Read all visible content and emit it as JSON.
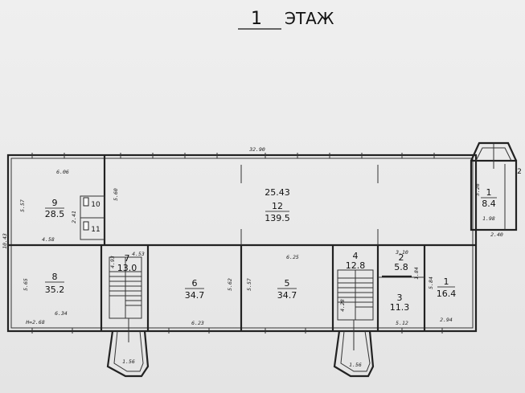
{
  "title": {
    "number": "1",
    "text": "ЭТАЖ"
  },
  "rooms": [
    {
      "id": "9",
      "area": "28.5"
    },
    {
      "id": "10",
      "area": ""
    },
    {
      "id": "11",
      "area": ""
    },
    {
      "id": "12",
      "area": "139.5",
      "extra": "25.43"
    },
    {
      "id": "8",
      "area": "35.2"
    },
    {
      "id": "7",
      "area": "13.0"
    },
    {
      "id": "6",
      "area": "34.7"
    },
    {
      "id": "5",
      "area": "34.7"
    },
    {
      "id": "4",
      "area": "12.8"
    },
    {
      "id": "2",
      "area": "5.8"
    },
    {
      "id": "3",
      "area": "11.3"
    },
    {
      "id": "1",
      "area": "16.4"
    },
    {
      "id": "1",
      "area": "8.4"
    },
    {
      "id": "2",
      "area": ""
    }
  ],
  "dims": {
    "total_width": "32.90",
    "d_606": "6.06",
    "d_560": "5.60",
    "d_557": "5.57",
    "d_241": "2.41",
    "d_458": "4.58",
    "d_453": "4.53",
    "d_493": "4.93",
    "d_565": "5.65",
    "d_634": "6.34",
    "d_268": "H=2.68",
    "d_623": "6.23",
    "d_562": "5.62",
    "d_557b": "5.57",
    "d_625": "6.25",
    "d_310": "3.10",
    "d_184": "1.84",
    "d_584": "5.84",
    "d_512": "5.12",
    "d_294": "2.94",
    "d_428": "4.28",
    "d_198": "1.98",
    "d_240": "2.40",
    "d_136": "1.56",
    "d_156": "1.56",
    "d_1043": "10.43",
    "d_526": "5.26"
  }
}
